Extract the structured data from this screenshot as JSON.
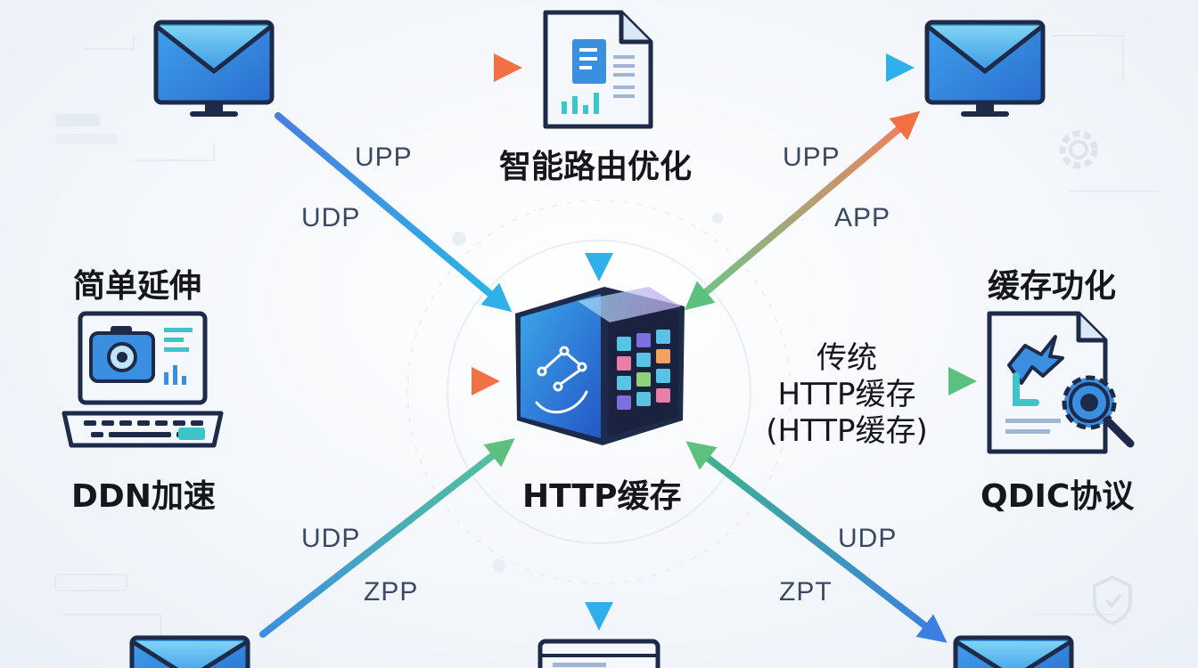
{
  "nodes": {
    "top_center": "智能路由优化",
    "left_middle_top": "简单延伸",
    "left_middle_bottom": "DDN加速",
    "center": "HTTP缓存",
    "right_middle_top": "缓存功化",
    "right_middle_bottom": "QDIC协议"
  },
  "edge_labels": {
    "top_left_a": "UPP",
    "top_left_b": "UDP",
    "top_right_a": "UPP",
    "top_right_b": "APP",
    "bottom_left_a": "UDP",
    "bottom_left_b": "ZPP",
    "bottom_right_a": "UDP",
    "bottom_right_b": "ZPT"
  },
  "right_edge_text": {
    "line1": "传统",
    "line2": "HTTP缓存",
    "line3": "(HTTP缓存)"
  },
  "colors": {
    "orange": "#f2805e",
    "blue": "#3b8fe0",
    "green": "#6cc48a",
    "icon_blue": "#2f86d6",
    "icon_navy": "#1d2a4a"
  }
}
